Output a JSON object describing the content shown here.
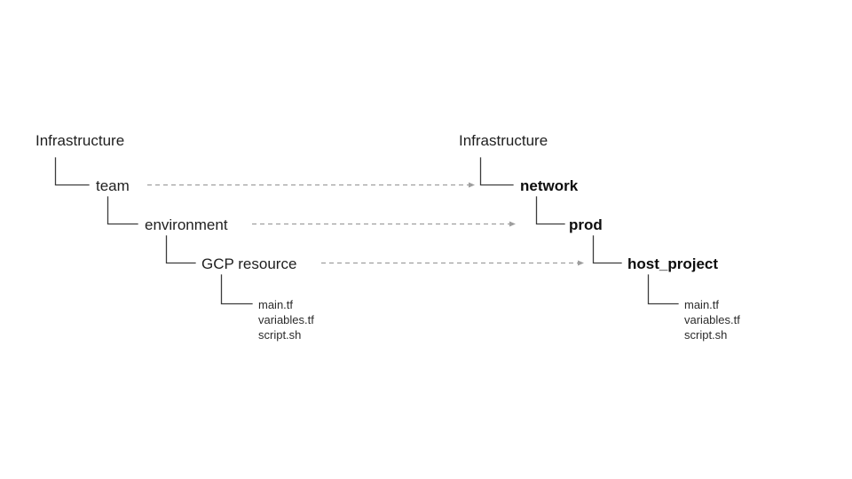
{
  "diagram": {
    "type": "tree-mapping",
    "background_color": "#ffffff",
    "text_color": "#1f1f1f",
    "connector_color": "#3c3c3c",
    "arrow_color": "#9e9e9e",
    "left_tree": {
      "root": "Infrastructure",
      "levels": [
        {
          "label": "team"
        },
        {
          "label": "environment"
        },
        {
          "label": "GCP resource"
        }
      ],
      "files": [
        "main.tf",
        "variables.tf",
        "script.sh"
      ]
    },
    "right_tree": {
      "root": "Infrastructure",
      "levels": [
        {
          "label": "network"
        },
        {
          "label": "prod"
        },
        {
          "label": "host_project"
        }
      ],
      "files": [
        "main.tf",
        "variables.tf",
        "script.sh"
      ]
    },
    "mappings": [
      {
        "from": "team",
        "to": "network"
      },
      {
        "from": "environment",
        "to": "prod"
      },
      {
        "from": "GCP resource",
        "to": "host_project"
      }
    ]
  }
}
